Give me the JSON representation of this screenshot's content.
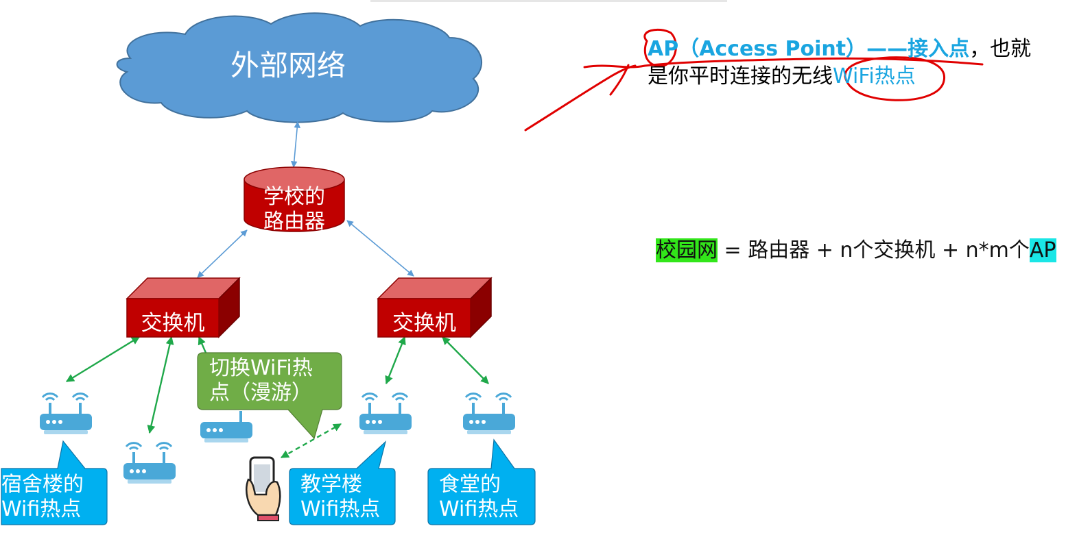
{
  "cloud": {
    "label": "外部网络"
  },
  "router": {
    "line1": "学校的",
    "line2": "路由器"
  },
  "switches": [
    {
      "label": "交换机"
    },
    {
      "label": "交换机"
    }
  ],
  "roaming_callout": {
    "line1": "切换WiFi热",
    "line2": "点（漫游）"
  },
  "hotspot_callouts": [
    {
      "line1": "宿舍楼的",
      "line2": "Wifi热点"
    },
    {
      "line1": "教学楼",
      "line2": "Wifi热点"
    },
    {
      "line1": "食堂的",
      "line2": "Wifi热点"
    }
  ],
  "description": {
    "term": "AP",
    "term_full": "（Access Point）",
    "dash_def": "——接入点",
    "rest_line1": "，也就",
    "line2_prefix": "是你平时连接的无线",
    "line2_hot": "WiFi热点"
  },
  "formula": {
    "campus": "校园网",
    "rest": " = 路由器 + n个交换机 + n*m个",
    "ap": "AP"
  },
  "colors": {
    "cloud": "#5b9bd5",
    "router": "#c00000",
    "switch": "#c00000",
    "link": "#5b9bd5",
    "wifi_link": "#1fa84a",
    "callout_blue": "#00b0f0",
    "callout_green": "#70ad47",
    "ap_device": "#4aa8d8",
    "annotation": "#e00000"
  },
  "icons": [
    "cloud-icon",
    "router-icon",
    "switch-icon",
    "wifi-ap-icon",
    "phone-in-hand-icon"
  ]
}
